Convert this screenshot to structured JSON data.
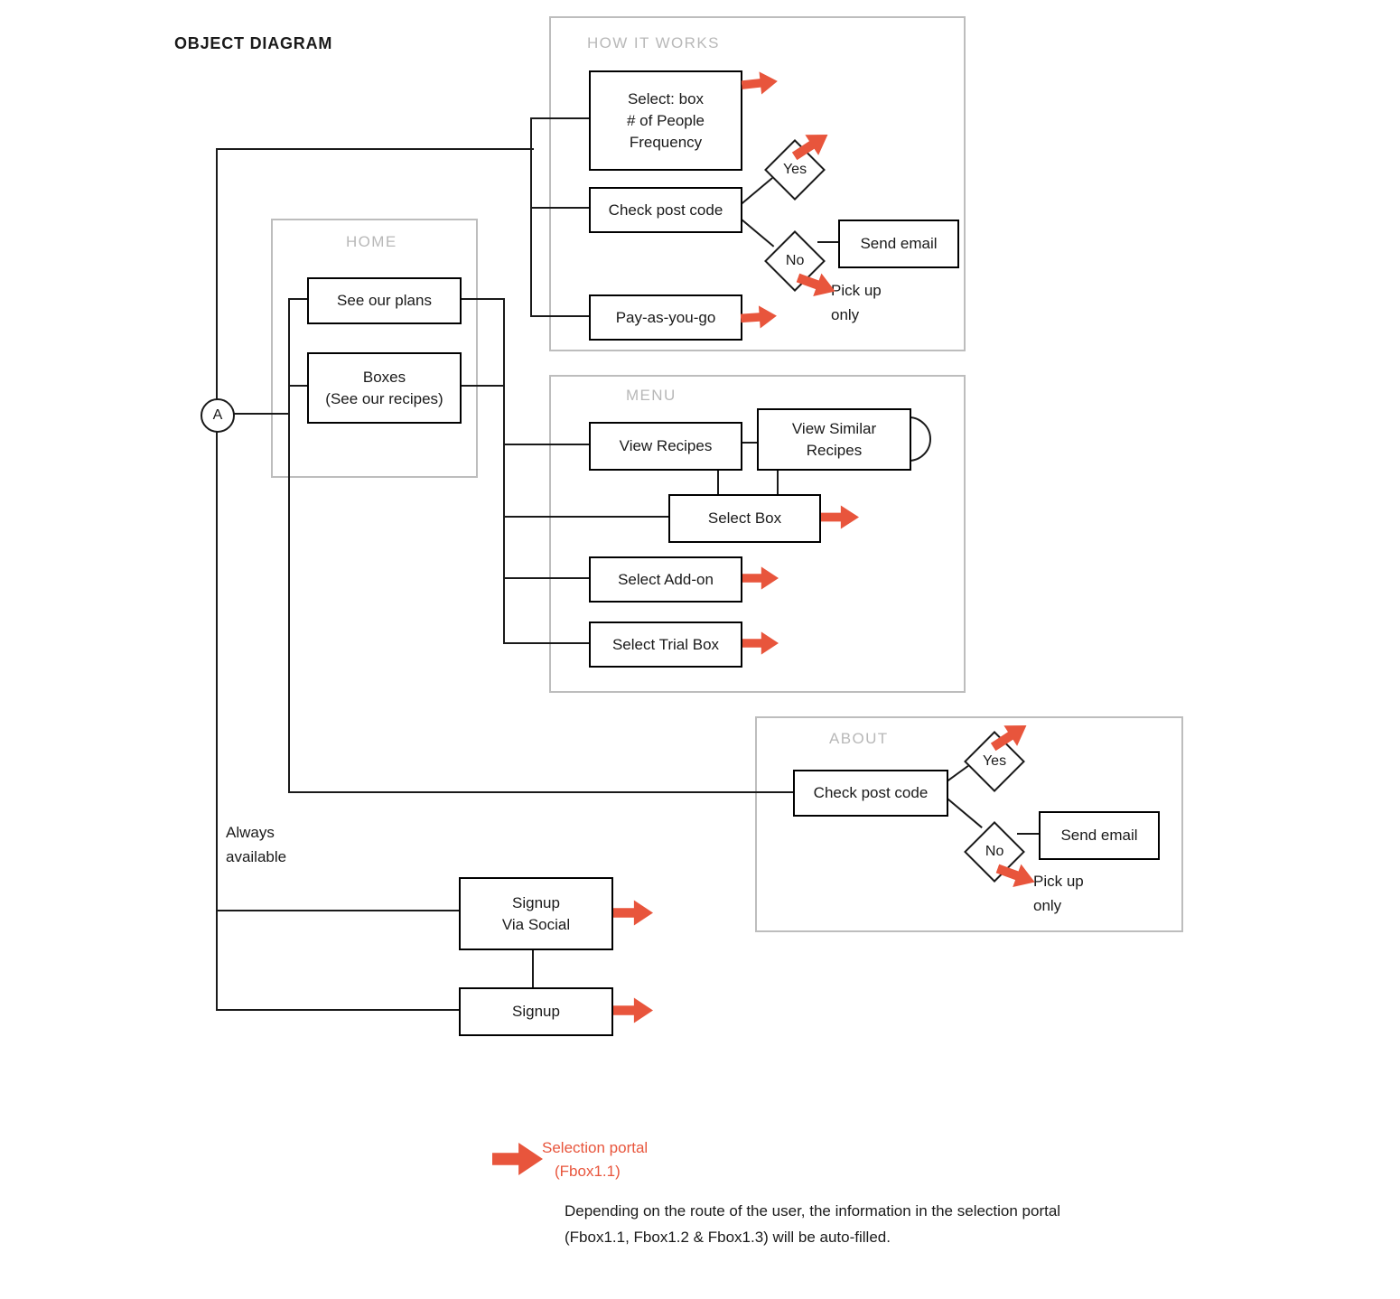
{
  "title": "OBJECT DIAGRAM",
  "colors": {
    "accent": "#E8553C",
    "line": "#1A1A1A",
    "gray_border": "#BDBDBD",
    "gray_text": "#B8B8B8"
  },
  "sections": {
    "how_it_works": "HOW IT WORKS",
    "home": "HOME",
    "menu": "MENU",
    "about": "ABOUT"
  },
  "nodes": {
    "select_box_detail": "Select: box\n# of People\nFrequency",
    "check_post_code_hiw": "Check post code",
    "pay_as_you_go": "Pay-as-you-go",
    "yes_hiw": "Yes",
    "no_hiw": "No",
    "send_email_hiw": "Send email",
    "pick_up_only_hiw": "Pick up\nonly",
    "see_our_plans": "See our plans",
    "boxes": "Boxes\n(See our recipes)",
    "view_recipes": "View Recipes",
    "view_similar_recipes": "View Similar\nRecipes",
    "select_box": "Select Box",
    "select_add_on": "Select Add-on",
    "select_trial_box": "Select Trial Box",
    "check_post_code_about": "Check post code",
    "yes_about": "Yes",
    "no_about": "No",
    "send_email_about": "Send email",
    "pick_up_only_about": "Pick up\nonly",
    "signup_via_social": "Signup\nVia Social",
    "signup": "Signup",
    "connector_a": "A",
    "always_available": "Always\navailable"
  },
  "legend": {
    "label": "Selection portal",
    "sublabel": "(Fbox1.1)"
  },
  "note": "Depending on the route of the user, the information in the selection portal\n(Fbox1.1, Fbox1.2 & Fbox1.3) will be auto-filled."
}
